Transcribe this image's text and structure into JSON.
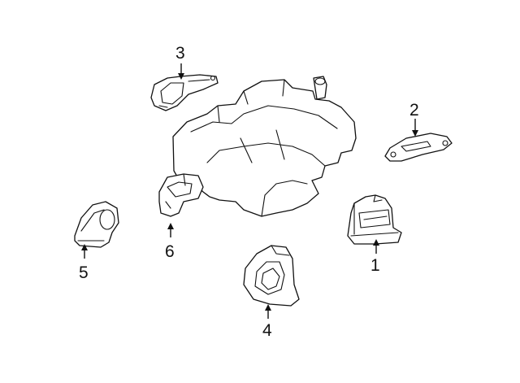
{
  "callouts": [
    {
      "id": "1",
      "label": "1",
      "part": "engine-mount-right"
    },
    {
      "id": "2",
      "label": "2",
      "part": "mount-bracket-upper-right"
    },
    {
      "id": "3",
      "label": "3",
      "part": "mount-bracket-upper-left"
    },
    {
      "id": "4",
      "label": "4",
      "part": "engine-mount-rear"
    },
    {
      "id": "5",
      "label": "5",
      "part": "engine-mount-left"
    },
    {
      "id": "6",
      "label": "6",
      "part": "mount-bracket-front"
    }
  ],
  "colors": {
    "line": "#111111",
    "background": "#ffffff"
  }
}
